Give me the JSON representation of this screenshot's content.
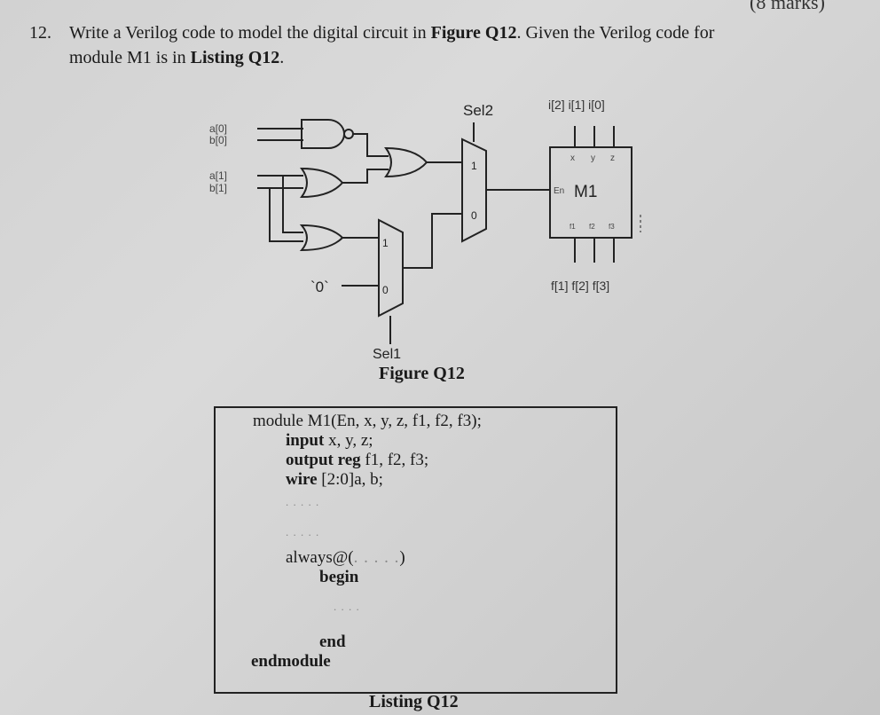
{
  "header": {
    "corner_text": "(8 marks)"
  },
  "question": {
    "number": "12.",
    "line1_pre": "Write a Verilog code to model the digital circuit in ",
    "line1_figure": "Figure Q12",
    "line1_post": ". Given the Verilog code for",
    "line2_pre": "module M1 is in ",
    "line2_listing": "Listing Q12",
    "line2_post": "."
  },
  "figure": {
    "inputs": [
      "a[0]",
      "b[0]",
      "a[1]",
      "b[1]"
    ],
    "constant": "`0`",
    "mux1": {
      "label": "Sel1",
      "in1": "1",
      "in0": "0"
    },
    "mux2": {
      "label": "Sel2",
      "in1": "1",
      "in0": "0"
    },
    "m1": {
      "name": "M1",
      "top_inputs": "i[2] i[1] i[0]",
      "port_x": "x",
      "port_y": "y",
      "port_z": "z",
      "port_en": "En",
      "port_f1": "f1",
      "port_f2": "f2",
      "port_f3": "f3",
      "bottom_outputs": "f[1] f[2] f[3]"
    },
    "caption": "Figure Q12"
  },
  "listing": {
    "line1": "module M1(En, x, y, z, f1, f2, f3);",
    "line2_kw": "input",
    "line2_rest": " x, y, z;",
    "line3_kw": "output reg",
    "line3_rest": " f1, f2, f3;",
    "line4_kw": "wire",
    "line4_rest": " [2:0]a, b;",
    "dots_a": ". . . . .",
    "dots_b": ". . . . .",
    "always": "always@(",
    "always_dots": ". . . . .",
    "always_close": ")",
    "begin": "begin",
    "dots_c": ". . . .",
    "end": "end",
    "endmodule": "endmodule",
    "caption": "Listing Q12"
  }
}
